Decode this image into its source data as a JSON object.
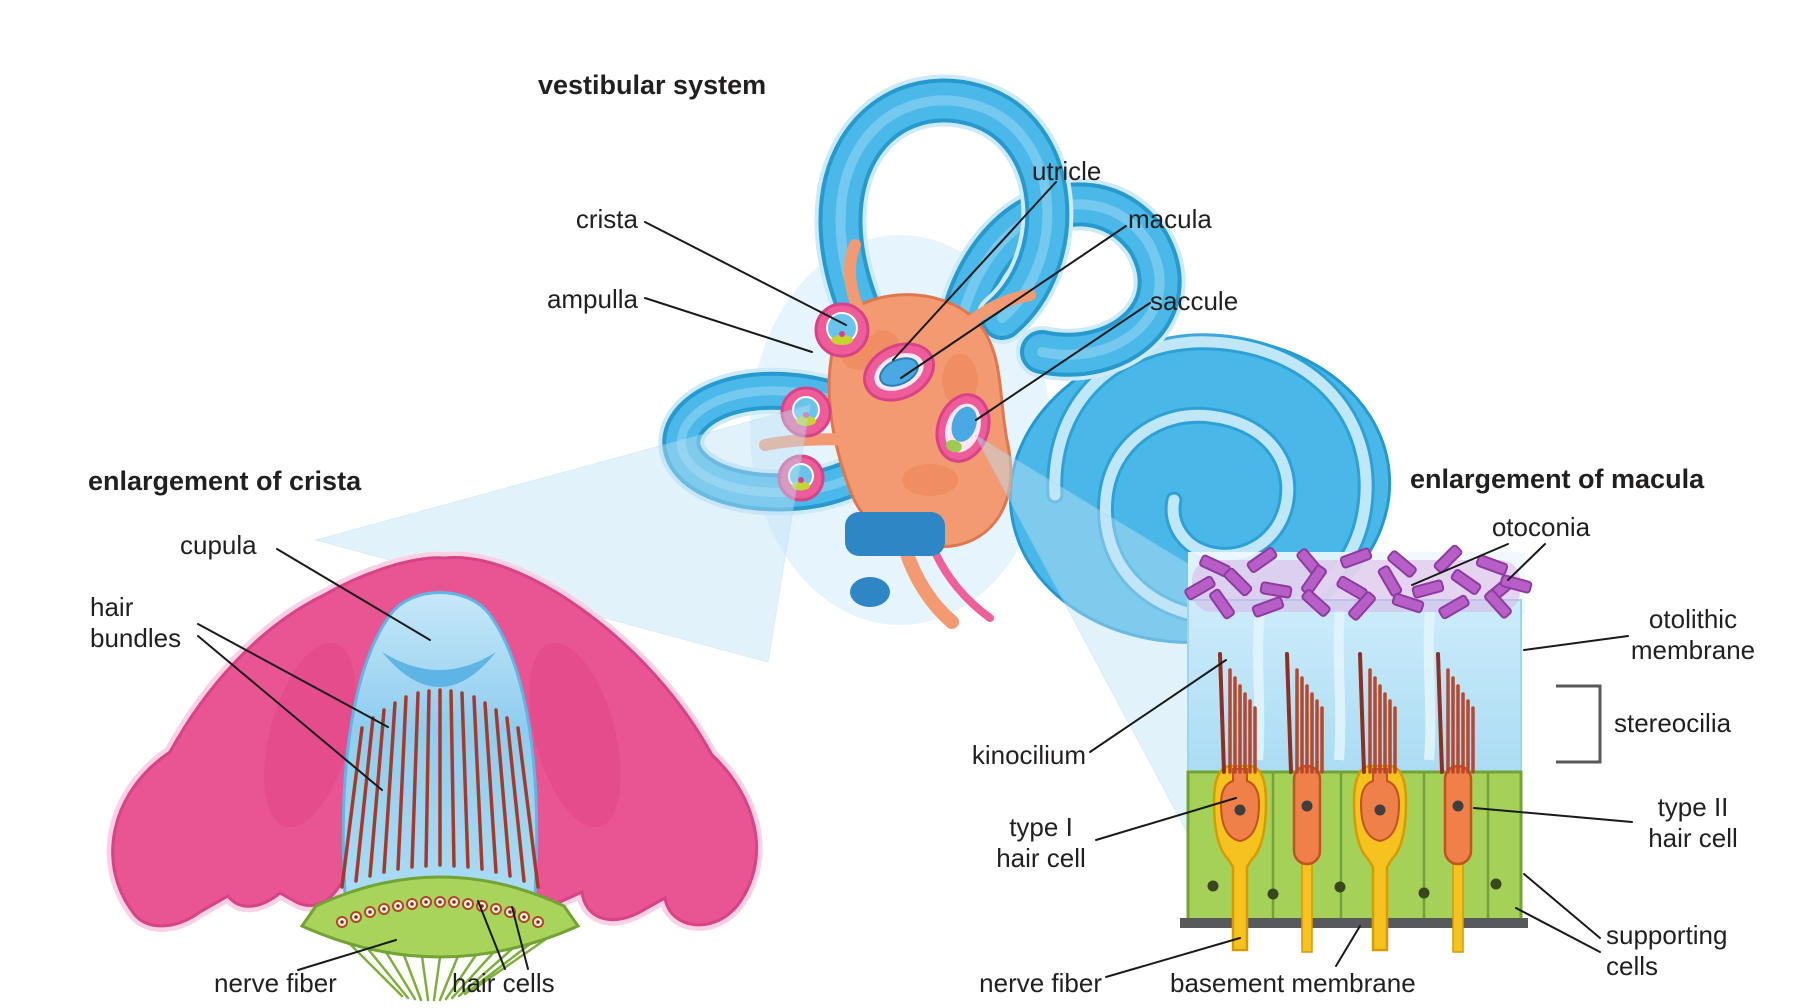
{
  "palette": {
    "canal_blue": "#4ab8e8",
    "canal_outline": "#2699cf",
    "vestibule_orange": "#f49a72",
    "crista_pink": "#e95492",
    "cupula_blue": "#9ed7f3",
    "epithelium_green": "#a9d45c",
    "hair_red": "#a8392a",
    "otoconia_purple": "#b75fc6",
    "calyx_yellow": "#f6c21f",
    "hair_cell_orange": "#ef8049",
    "beam_blue": "#cfeafa"
  },
  "overview": {
    "title": "vestibular system",
    "labels": {
      "crista": "crista",
      "ampulla": "ampulla",
      "utricle": "utricle",
      "macula": "macula",
      "saccule": "saccule"
    }
  },
  "crista_panel": {
    "title": "enlargement of crista",
    "labels": {
      "cupula": "cupula",
      "hair_bundles": "hair\nbundles",
      "nerve_fiber": "nerve fiber",
      "hair_cells": "hair cells"
    }
  },
  "macula_panel": {
    "title": "enlargement of macula",
    "labels": {
      "otoconia": "otoconia",
      "otolithic_membrane": "otolithic\nmembrane",
      "stereocilia": "stereocilia",
      "kinocilium": "kinocilium",
      "type_i": "type I\nhair cell",
      "type_ii": "type II\nhair cell",
      "supporting_cells": "supporting\ncells",
      "nerve_fiber": "nerve fiber",
      "basement_membrane": "basement membrane"
    }
  }
}
